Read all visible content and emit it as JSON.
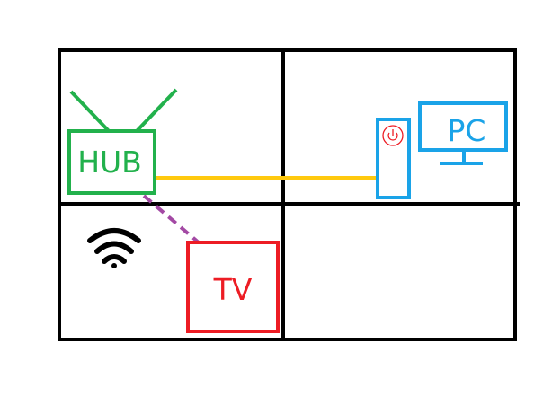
{
  "labels": {
    "hub": "HUB",
    "pc": "PC",
    "tv": "TV"
  },
  "colors": {
    "grid": "#000000",
    "hub": "#22b14c",
    "pc": "#1aa3e8",
    "tv": "#ed1c24",
    "ethernet_link": "#ffc90e",
    "wireless_link": "#a349a4",
    "power_symbol": "#ed1c24",
    "wifi": "#000000"
  },
  "icons": [
    "antenna-icon",
    "wifi-icon",
    "monitor-icon",
    "power-icon",
    "pc-tower-icon"
  ]
}
